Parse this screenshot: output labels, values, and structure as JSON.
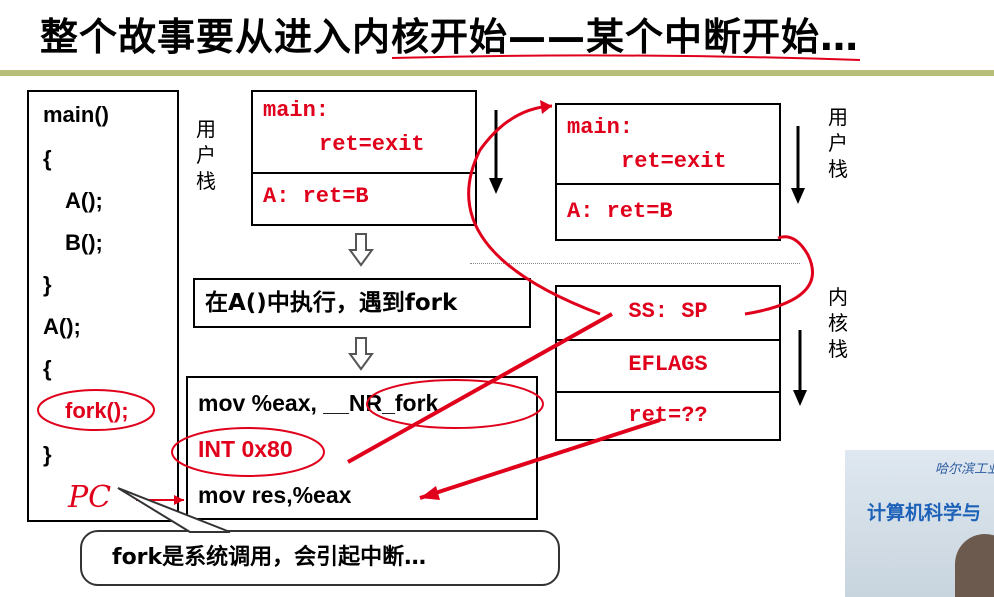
{
  "title": "整个故事要从进入内核开始——某个中断开始…",
  "code": {
    "lines": [
      "main()",
      "{",
      "A();",
      "B();",
      "}",
      "A();",
      "{",
      "fork();",
      "}"
    ]
  },
  "user_stack_label": "用户栈",
  "kernel_stack_label": "内核栈",
  "left_user_stack": {
    "row1_l1": "main:",
    "row1_l2": "ret=exit",
    "row2": "A: ret=B"
  },
  "right_user_stack": {
    "row1_l1": "main:",
    "row1_l2": "ret=exit",
    "row2": "A: ret=B"
  },
  "kernel_stack": {
    "rows": [
      "SS: SP",
      "EFLAGS",
      "ret=??"
    ]
  },
  "exec_box": {
    "text": "在A()中执行，遇到fork"
  },
  "asm": {
    "lines": [
      "mov  %eax, __NR_fork",
      "INT 0x80",
      "mov res,%eax"
    ]
  },
  "pc_label": "PC",
  "callout": {
    "text": "fork是系统调用，会引起中断…"
  },
  "thumbnail": {
    "school": "哈尔滨工业大学",
    "dept": "计算机科学与"
  },
  "colors": {
    "accent_red": "#e0001b",
    "title_rule": "#b6be7a"
  }
}
